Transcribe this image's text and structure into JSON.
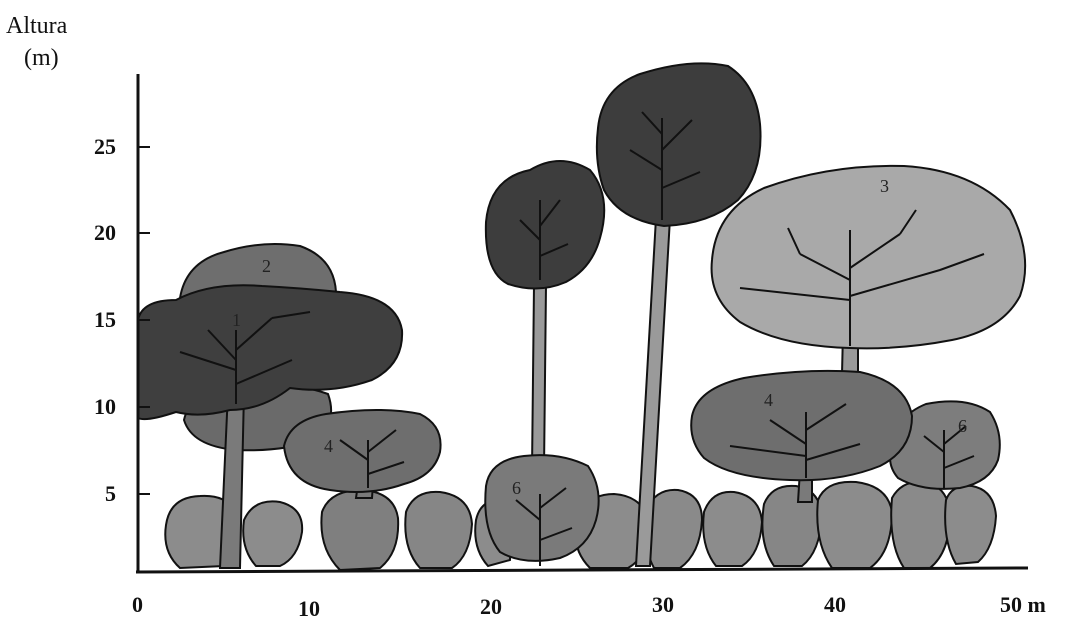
{
  "y_axis": {
    "title_line1": "Altura",
    "title_line2": "(m)",
    "ticks": [
      "25",
      "20",
      "15",
      "10",
      "5"
    ]
  },
  "x_axis": {
    "ticks": [
      "0",
      "10",
      "20",
      "30",
      "40",
      "50 m"
    ]
  },
  "tree_labels": {
    "t1": "1",
    "t2": "2",
    "t3": "3",
    "t4a": "4",
    "t4b": "4",
    "t6a": "6",
    "t6b": "6"
  },
  "colors": {
    "dark_canopy": "#3d3d3d",
    "mid_canopy": "#6e6e6e",
    "mid_light_canopy": "#828282",
    "light_canopy": "#a9a9a9",
    "understory": "#8c8c8c",
    "trunk_line": "#111111"
  }
}
